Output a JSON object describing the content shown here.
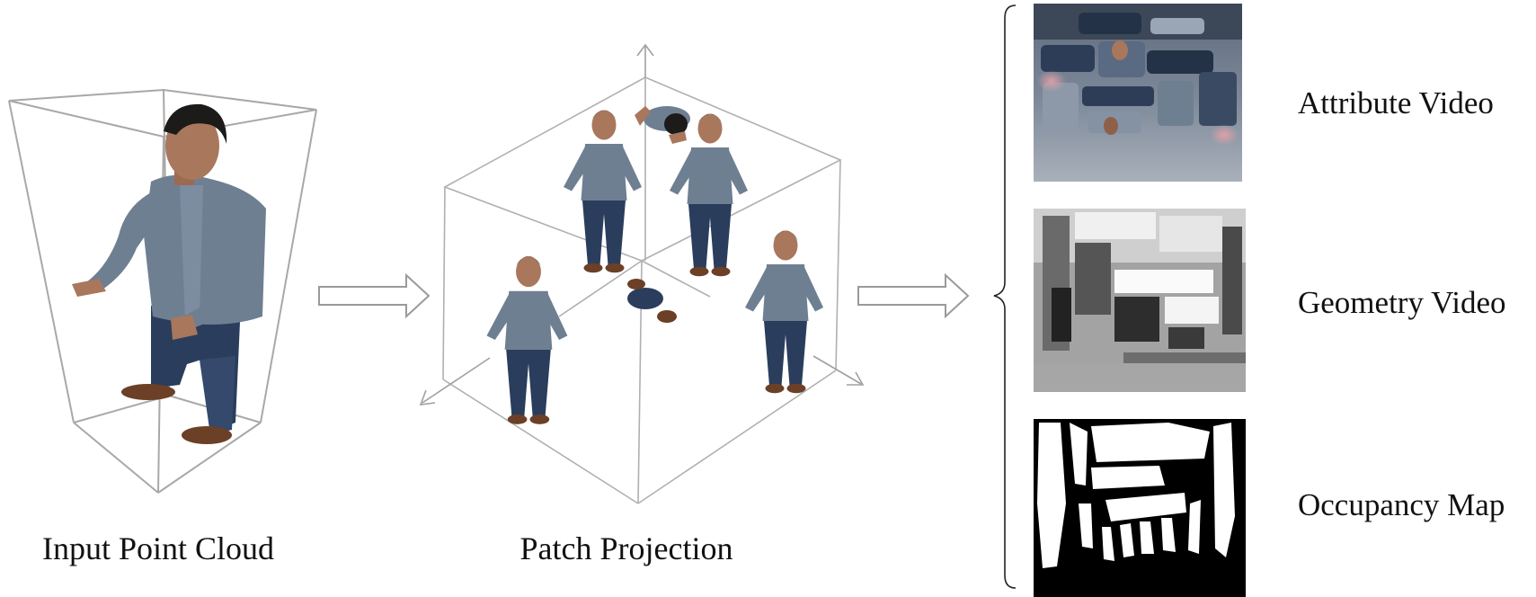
{
  "labels": {
    "input": "Input Point Cloud",
    "patch": "Patch Projection",
    "attribute": "Attribute Video",
    "geometry": "Geometry Video",
    "occupancy": "Occupancy Map"
  },
  "colors": {
    "box_line": "#a8a8a8",
    "shirt": "#6f7f92",
    "jeans": "#2a3d5c",
    "skin": "#a9775c",
    "hair": "#1d1b1a",
    "shoe": "#6b4026",
    "attr_bg": "#7c8796",
    "geom_bg": "#a3a3a3",
    "occ_bg": "#000000",
    "occ_fg": "#ffffff"
  }
}
